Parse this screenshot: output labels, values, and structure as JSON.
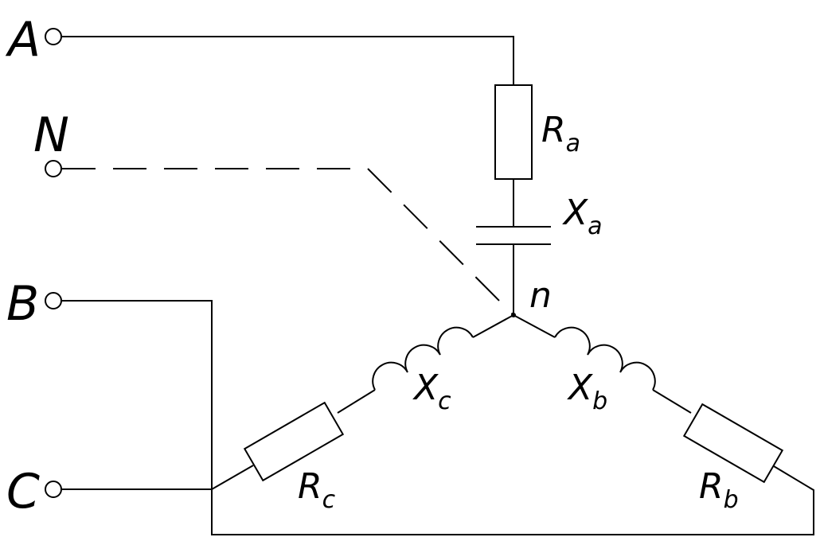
{
  "diagram": {
    "terminals": {
      "a": "A",
      "n": "N",
      "b": "B",
      "c": "C"
    },
    "neutral_point": "n",
    "components": {
      "ra": {
        "main": "R",
        "sub": "a"
      },
      "xa": {
        "main": "X",
        "sub": "a"
      },
      "xb": {
        "main": "X",
        "sub": "b"
      },
      "rb": {
        "main": "R",
        "sub": "b"
      },
      "xc": {
        "main": "X",
        "sub": "c"
      },
      "rc": {
        "main": "R",
        "sub": "c"
      }
    },
    "line_color": "#000000"
  }
}
